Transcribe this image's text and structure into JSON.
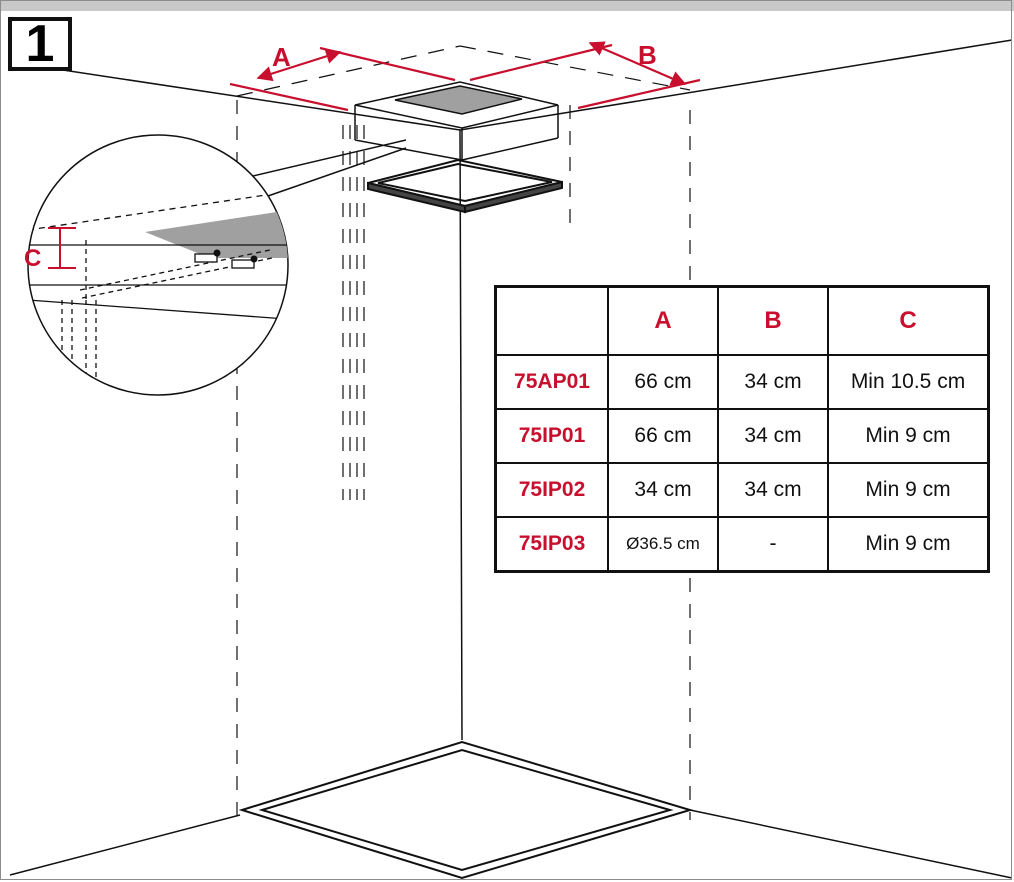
{
  "step_number": "1",
  "dimension_labels": {
    "a": "A",
    "b": "B",
    "c": "C"
  },
  "colors": {
    "accent": "#c8102e",
    "line": "#111111",
    "fill_gray": "#a0a0a0"
  },
  "table": {
    "headers": [
      "",
      "A",
      "B",
      "C"
    ],
    "rows": [
      {
        "model": "75AP01",
        "a": "66 cm",
        "b": "34 cm",
        "c": "Min 10.5 cm"
      },
      {
        "model": "75IP01",
        "a": "66 cm",
        "b": "34 cm",
        "c": "Min 9 cm"
      },
      {
        "model": "75IP02",
        "a": "34 cm",
        "b": "34 cm",
        "c": "Min 9 cm"
      },
      {
        "model": "75IP03",
        "a": "Ø36.5 cm",
        "b": "-",
        "c": "Min 9 cm"
      }
    ]
  }
}
